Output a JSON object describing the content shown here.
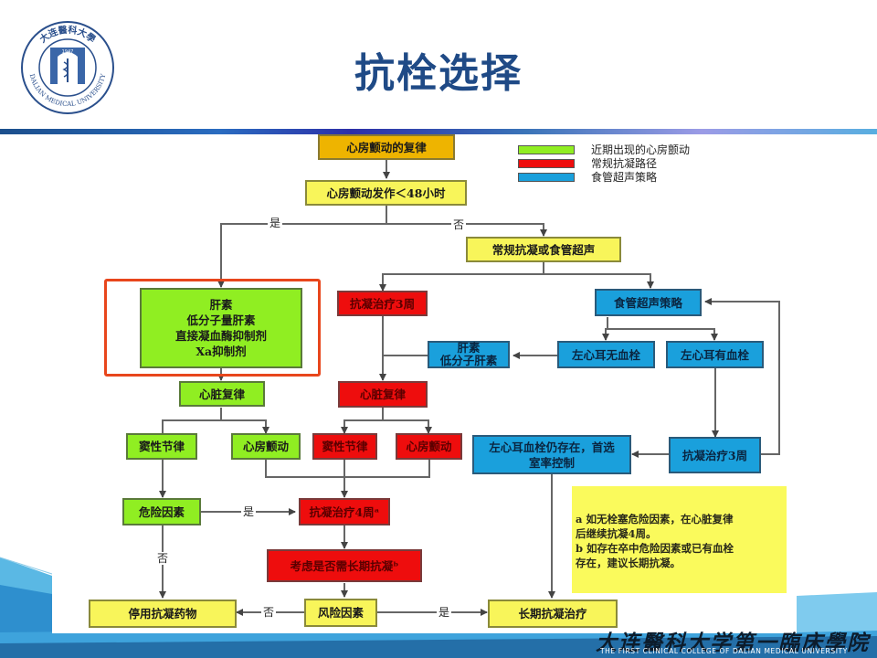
{
  "header": {
    "title": "抗栓选择",
    "logo": {
      "icon": "university-seal-icon",
      "top_text": "大连醫科大學",
      "year": "1947",
      "ring_text": "DALIAN MEDICAL UNIVERSITY"
    }
  },
  "legend": {
    "items": [
      {
        "label": "近期出现的心房颤动",
        "color": "#90ee22"
      },
      {
        "label": "常规抗凝路径",
        "color": "#ee0d0d"
      },
      {
        "label": "食管超声策略",
        "color": "#1aa0dc"
      }
    ]
  },
  "colors": {
    "yellow": "#f8f55a",
    "orange": "#eeb400",
    "green": "#90ee22",
    "red": "#ee0d0d",
    "blue": "#1aa0dc",
    "highlight": "#e8461c",
    "title": "#1f4a86"
  },
  "nodes": {
    "af_cardioversion": "心房颤动的复律",
    "onset_lt48": "心房颤动发作＜48小时",
    "routine_or_tee": "常规抗凝或食管超声",
    "green_drugs": [
      "肝素",
      "低分子量肝素",
      "直接凝血酶抑制剂",
      "Xa抑制剂"
    ],
    "green_cardioversion": "心脏复律",
    "green_sinus": "窦性节律",
    "green_af": "心房颤动",
    "green_risk": "危险因素",
    "red_anticoag_3w": "抗凝治疗3周",
    "red_cardioversion": "心脏复律",
    "red_sinus": "窦性节律",
    "red_af": "心房颤动",
    "red_anticoag_4w": "抗凝治疗4周ᵃ",
    "red_long_term": "考虑是否需长期抗凝ᵇ",
    "tee_strategy": "食管超声策略",
    "blue_heparin": [
      "肝素",
      "低分子肝素"
    ],
    "laa_no_thrombus": "左心耳无血栓",
    "laa_thrombus": "左心耳有血栓",
    "blue_anticoag_3w": "抗凝治疗3周",
    "laa_persist": [
      "左心耳血栓仍存在，首选",
      "室率控制"
    ],
    "stop_anticoag": "停用抗凝药物",
    "risk_factor": "风险因素",
    "long_term_anticoag": "长期抗凝治疗"
  },
  "edge_labels": {
    "yes_top": "是",
    "no_top": "否",
    "yes_risk": "是",
    "no_risk": "否",
    "no_bottom": "否",
    "yes_bottom": "是"
  },
  "note": {
    "lines": [
      "a 如无栓塞危险因素，在心脏复律",
      "后继续抗凝4周。",
      "b 如存在卒中危险因素或已有血栓",
      "存在，建议长期抗凝。"
    ]
  },
  "footer": {
    "college_cn": "大连醫科大学第一臨床學院",
    "college_en": "THE FIRST CLINICAL COLLEGE OF DALIAN MEDICAL UNIVERSITY"
  }
}
